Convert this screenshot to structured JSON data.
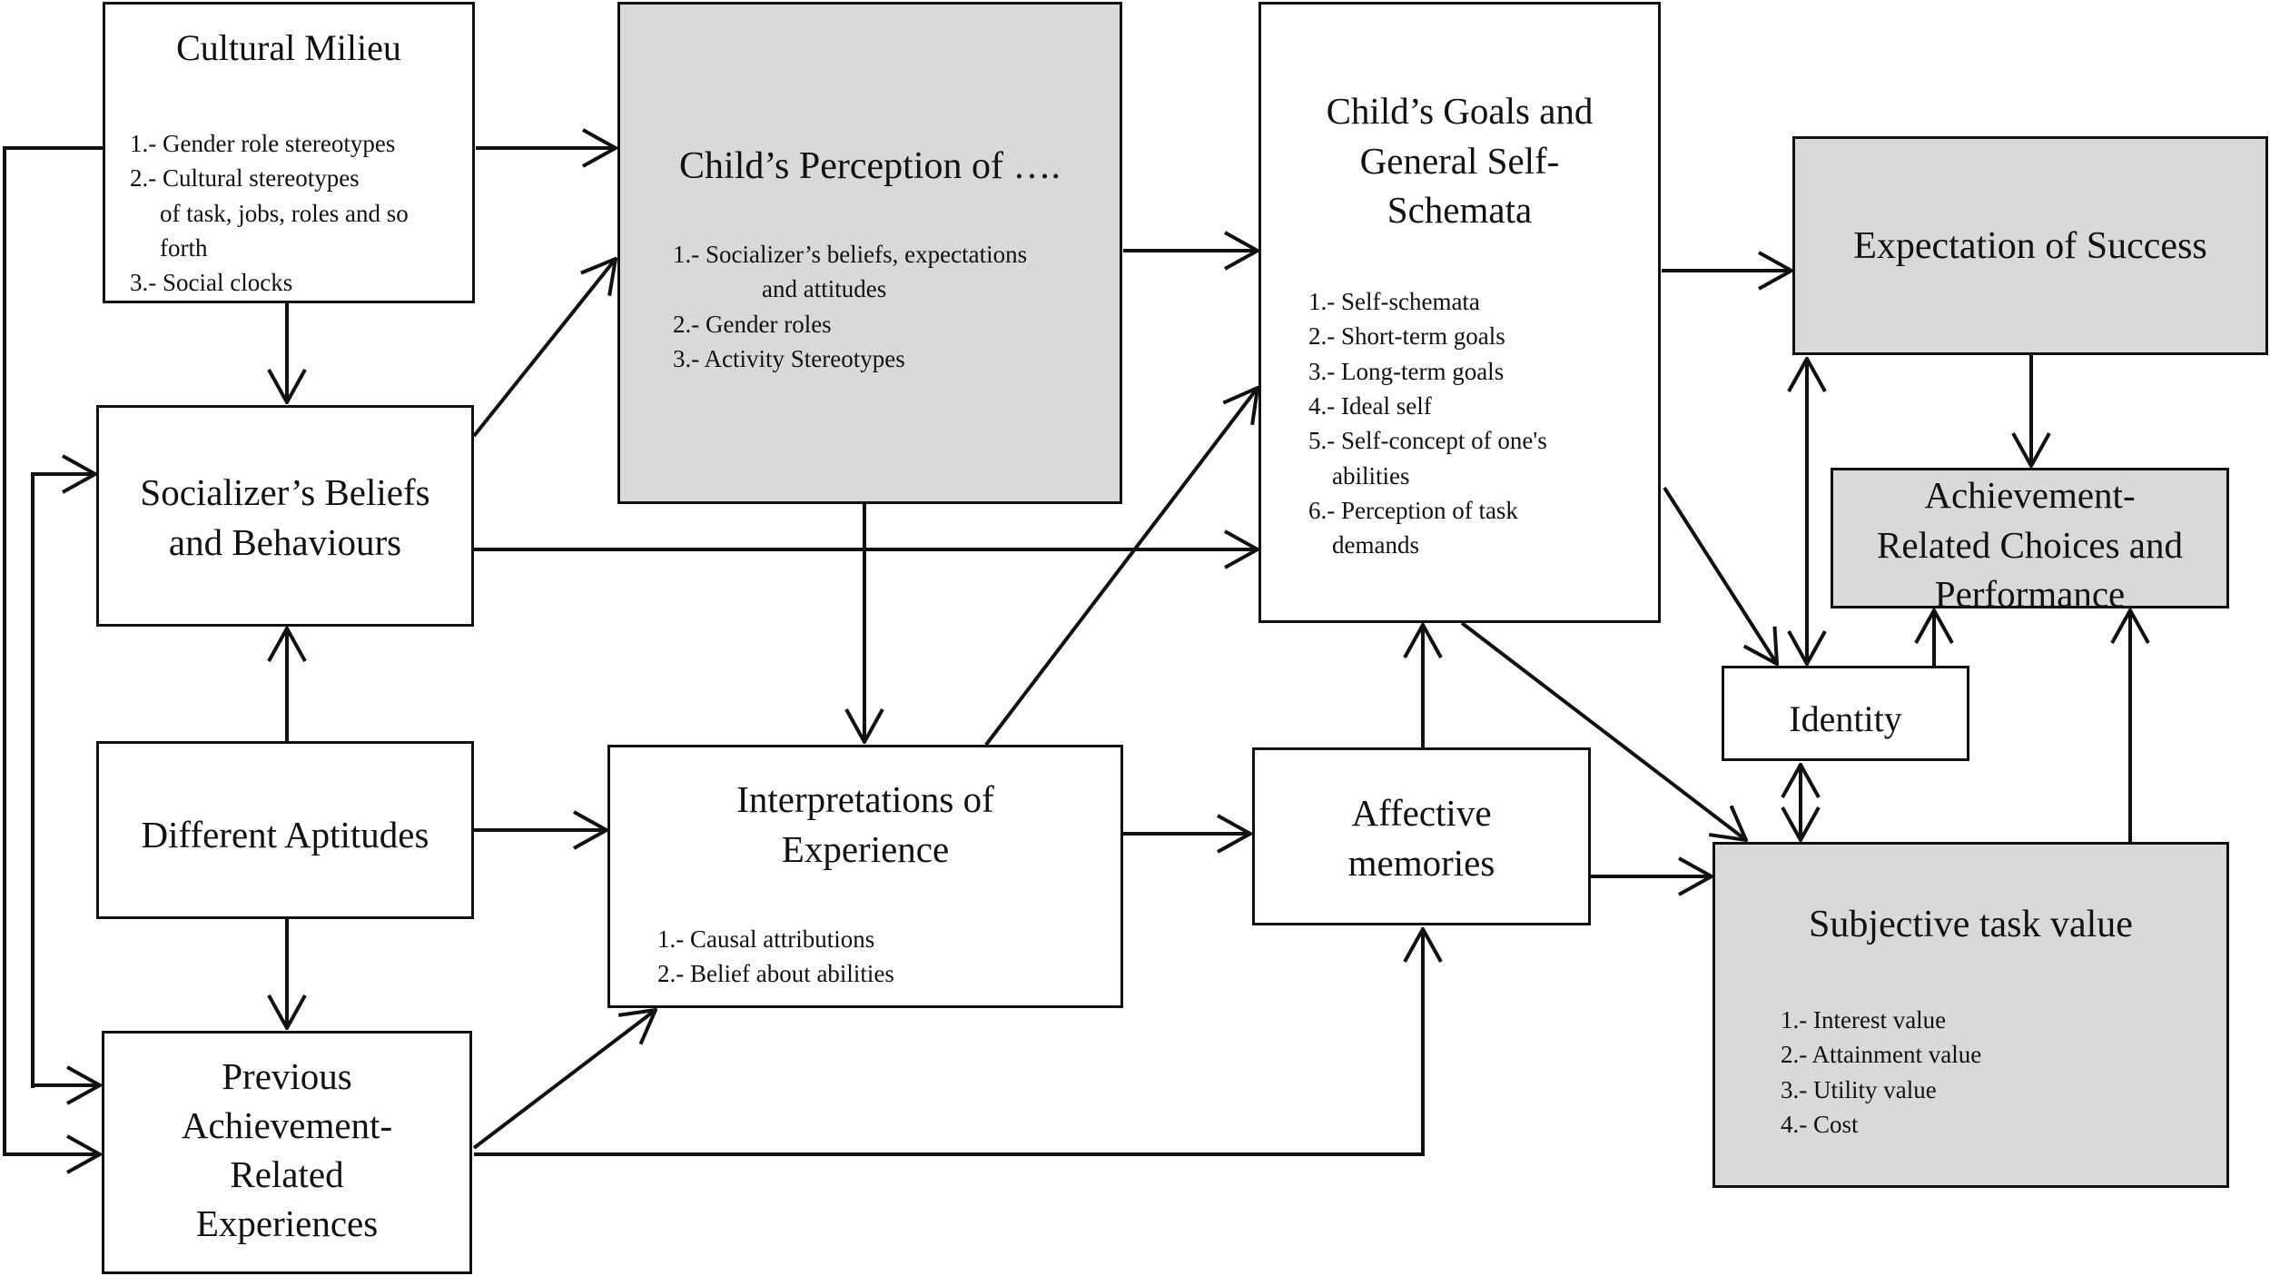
{
  "boxes": {
    "cultural_milieu": {
      "title": "Cultural Milieu",
      "items": [
        "1.- Gender role stereotypes",
        "2.- Cultural stereotypes",
        "of task, jobs, roles and so",
        "forth",
        "3.- Social clocks"
      ]
    },
    "childs_perception": {
      "title": "Child’s Perception of ….",
      "items": [
        "1.- Socializer’s beliefs, expectations",
        "and attitudes",
        "2.- Gender roles",
        "3.- Activity Stereotypes"
      ]
    },
    "childs_goals": {
      "title": "Child’s Goals and\nGeneral Self-\nSchemata",
      "items": [
        "1.- Self-schemata",
        "2.- Short-term goals",
        "3.- Long-term goals",
        "4.- Ideal self",
        "5.- Self-concept of one's",
        "abilities",
        "6.- Perception of task",
        "demands"
      ]
    },
    "expectation_of_success": {
      "title": "Expectation of Success"
    },
    "socializers_beliefs": {
      "title": "Socializer’s Beliefs\nand Behaviours"
    },
    "achievement_choices": {
      "title": "Achievement-\nRelated Choices and\nPerformance"
    },
    "identity": {
      "title": "Identity"
    },
    "different_aptitudes": {
      "title": "Different Aptitudes"
    },
    "interpretations": {
      "title": "Interpretations of\nExperience",
      "items": [
        "1.- Causal attributions",
        "2.- Belief about abilities"
      ]
    },
    "affective_memories": {
      "title": "Affective\nmemories"
    },
    "subjective_task_value": {
      "title": "Subjective task value",
      "items": [
        "1.- Interest value",
        "2.- Attainment value",
        "3.- Utility value",
        "4.- Cost"
      ]
    },
    "previous_experiences": {
      "title": "Previous\nAchievement-\nRelated\nExperiences"
    }
  },
  "colors": {
    "shaded": "#d9d9d9",
    "stroke": "#111111",
    "background": "#ffffff"
  }
}
